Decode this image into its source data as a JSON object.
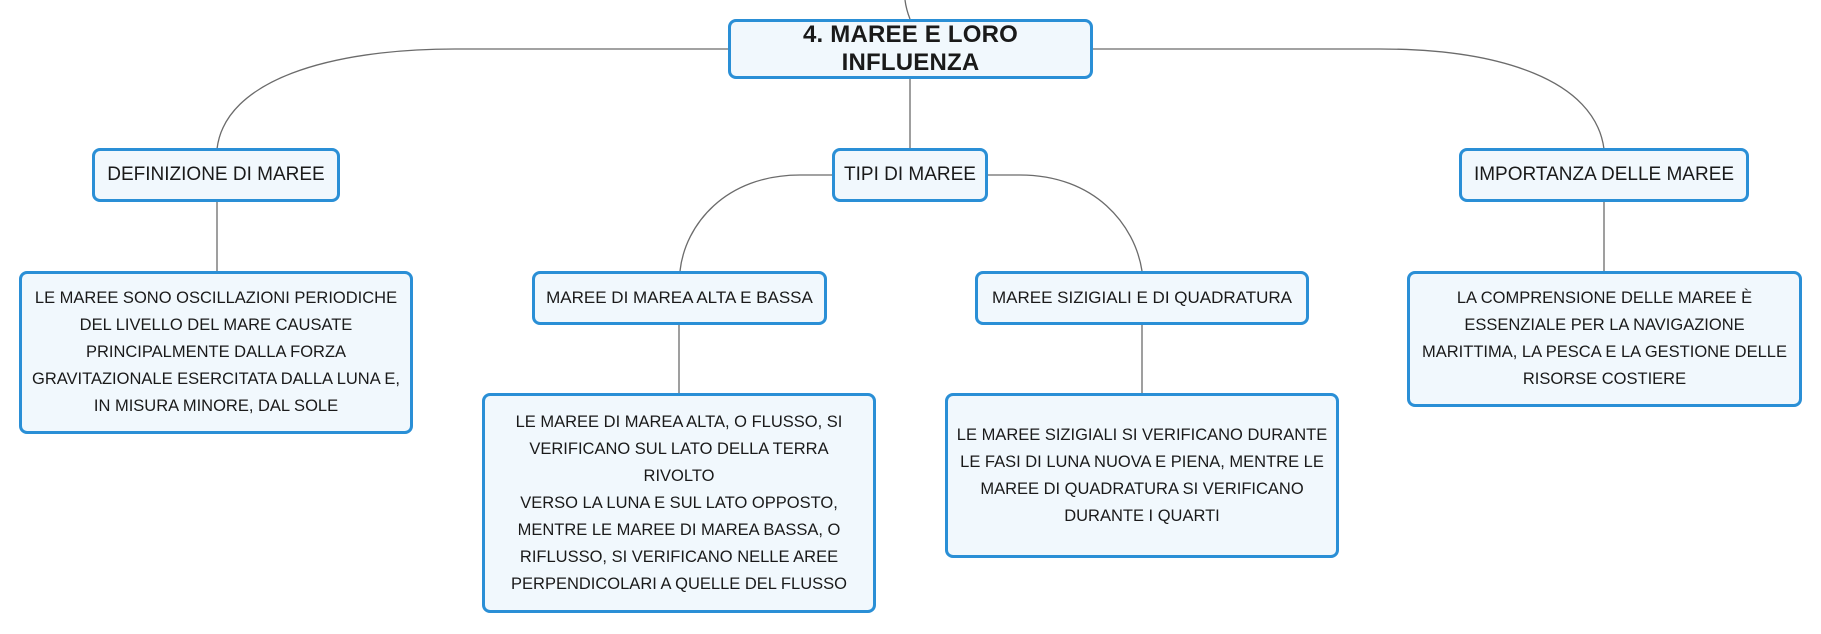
{
  "diagram": {
    "root": {
      "label": "4. MAREE E LORO INFLUENZA"
    },
    "branches": {
      "definition": {
        "label": "DEFINIZIONE DI MAREE",
        "detail": "LE MAREE SONO OSCILLAZIONI PERIODICHE\nDEL LIVELLO DEL MARE CAUSATE\nPRINCIPALMENTE DALLA FORZA\nGRAVITAZIONALE ESERCITATA DALLA LUNA E,\nIN MISURA MINORE, DAL SOLE"
      },
      "types": {
        "label": "TIPI DI MAREE",
        "high_low": {
          "label": "MAREE DI MAREA ALTA E BASSA",
          "detail": "LE MAREE DI MAREA ALTA, O FLUSSO, SI\nVERIFICANO SUL LATO DELLA TERRA RIVOLTO\nVERSO LA LUNA E SUL LATO OPPOSTO,\nMENTRE LE MAREE DI MAREA BASSA, O\nRIFLUSSO, SI VERIFICANO NELLE AREE\nPERPENDICOLARI A QUELLE DEL FLUSSO"
        },
        "spring_neap": {
          "label": "MAREE SIZIGIALI E DI QUADRATURA",
          "detail": "LE MAREE SIZIGIALI SI VERIFICANO DURANTE\nLE FASI DI LUNA NUOVA E PIENA, MENTRE LE\nMAREE DI QUADRATURA SI VERIFICANO\nDURANTE I QUARTI"
        }
      },
      "importance": {
        "label": "IMPORTANZA DELLE MAREE",
        "detail": "LA COMPRENSIONE DELLE MAREE È\nESSENZIALE PER LA NAVIGAZIONE\nMARITTIMA, LA PESCA E LA GESTIONE DELLE\nRISORSE COSTIERE"
      }
    }
  }
}
